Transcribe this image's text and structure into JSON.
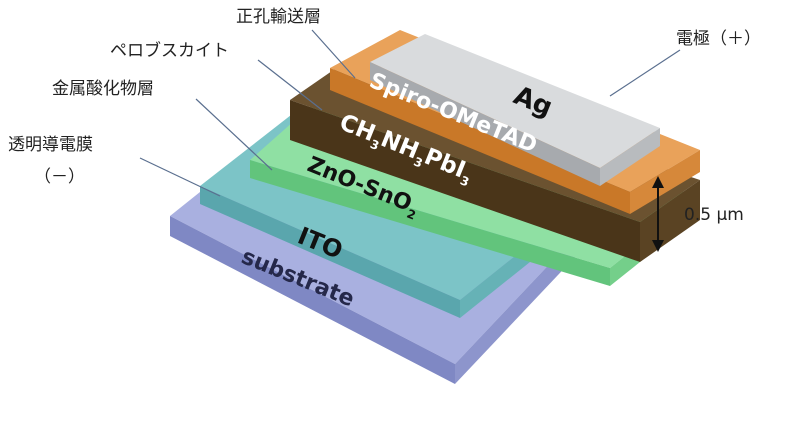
{
  "layers": {
    "substrate": {
      "name": "substrate",
      "color": "#9aa3d6"
    },
    "ito": {
      "name": "ITO",
      "color": "#6fb9c2"
    },
    "zno": {
      "name_main": "ZnO-SnO",
      "name_sub": "2",
      "color": "#7fd493"
    },
    "perovskite": {
      "p1": "CH",
      "s1": "3",
      "p2": "NH",
      "s2": "3",
      "p3": "PbI",
      "s3": "3",
      "color": "#5a4322"
    },
    "htl": {
      "name": "Spiro-OMeTAD",
      "color": "#d98a3a"
    },
    "electrode": {
      "name": "Ag",
      "color": "#d4d6d8"
    }
  },
  "labels": {
    "hole_transport": "正孔輸送層",
    "perovskite": "ペロブスカイト",
    "metal_oxide": "金属酸化物層",
    "transparent_line1": "透明導電膜",
    "transparent_line2": "（－）",
    "electrode": "電極（＋）",
    "thickness": "0.5 μm"
  }
}
